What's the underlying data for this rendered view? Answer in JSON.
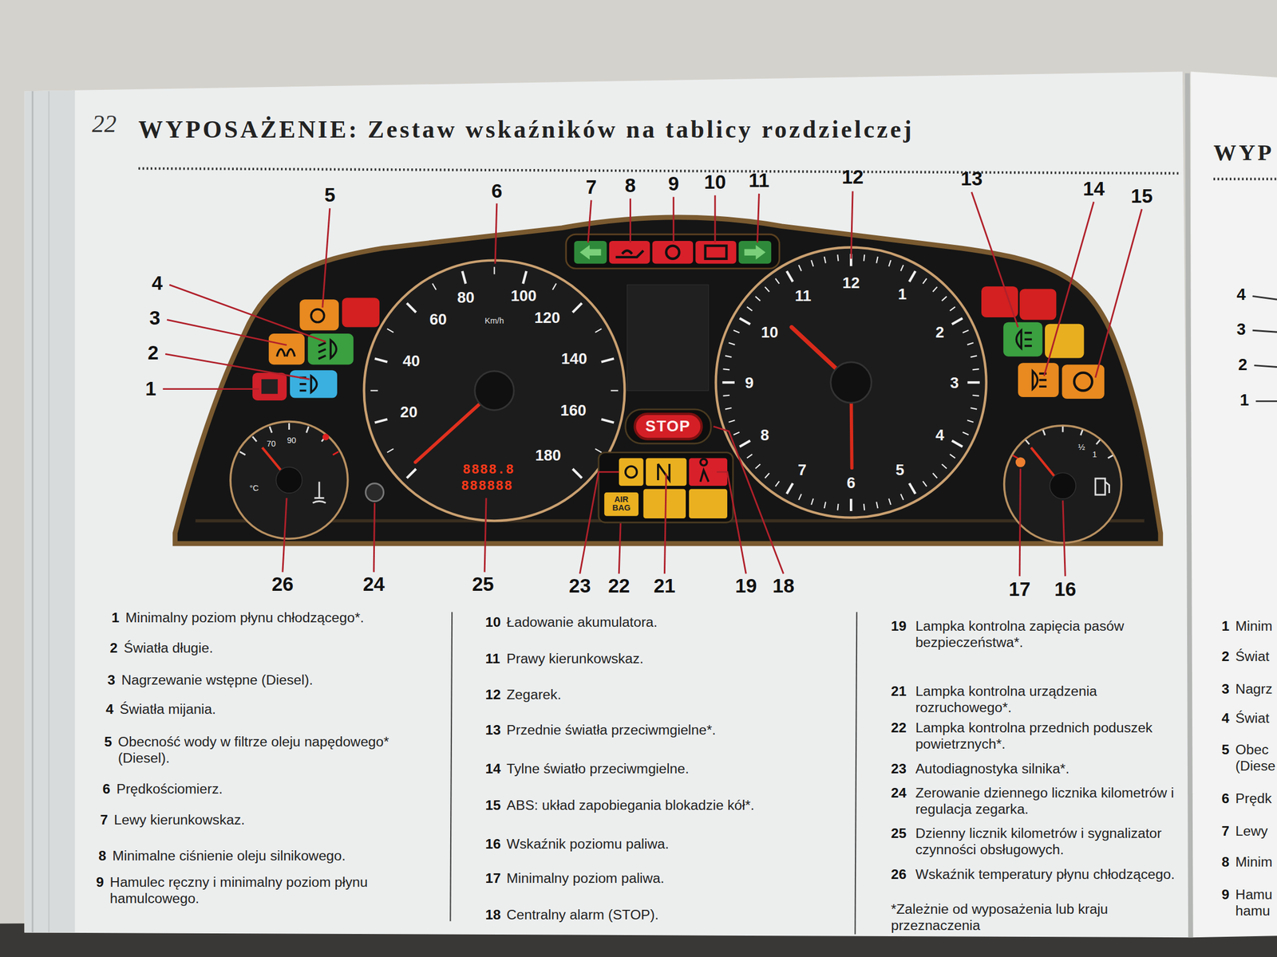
{
  "diagram": {
    "title": "WYPOSAŻENIE: Zestaw wskaźników na tablicy rozdzielczej",
    "nodes": [
      {
        "text": [
          "STOP"
        ]
      },
      {
        "text": [
          "AIR BAG"
        ]
      }
    ],
    "labels": [
      "22",
      "5",
      "6",
      "7",
      "8",
      "9",
      "10",
      "11",
      "12",
      "13",
      "14",
      "15",
      "4",
      "3",
      "2",
      "1",
      "80",
      "100",
      "60",
      "Km/h",
      "120",
      "40",
      "140",
      "20",
      "160",
      "180",
      "12",
      "11",
      "1",
      "10",
      "2",
      "9",
      "3",
      "8",
      "4",
      "7",
      "5",
      "6",
      "70",
      "90",
      "°C",
      "½",
      "1",
      "8888.8",
      "888888",
      "26",
      "24",
      "25",
      "23",
      "22",
      "21",
      "19",
      "18",
      "17",
      "16",
      "1",
      "Minimalny poziom płynu chłodzącego*.",
      "2",
      "Światła długie.",
      "3",
      "Nagrzewanie wstępne (Diesel).",
      "4",
      "Światła mijania.",
      "5",
      "Obecność wody w filtrze oleju napędowego* (Diesel).",
      "6",
      "Prędkościomierz.",
      "7",
      "Lewy kierunkowskaz.",
      "8",
      "Minimalne ciśnienie oleju silnikowego.",
      "9",
      "Hamulec ręczny i minimalny poziom płynu hamulcowego.",
      "10",
      "Ładowanie akumulatora.",
      "11",
      "Prawy kierunkowskaz.",
      "12",
      "Zegarek.",
      "13",
      "Przednie światła przeciwmgielne*.",
      "14",
      "Tylne światło przeciwmgielne.",
      "15",
      "ABS: układ zapobiegania blokadzie kół*.",
      "16",
      "Wskaźnik poziomu paliwa.",
      "17",
      "Minimalny poziom paliwa.",
      "18",
      "Centralny alarm (STOP).",
      "19",
      "Lampka kontrolna zapięcia pasów bezpieczeństwa*.",
      "21",
      "Lampka kontrolna urządzenia rozruchowego*.",
      "22",
      "Lampka kontrolna przednich poduszek powietrznych*.",
      "23",
      "Autodiagnostyka silnika*.",
      "24",
      "Zerowanie dziennego licznika kilometrów i regulacja zegarka.",
      "25",
      "Dzienny licznik kilometrów i sygnalizator czynności obsługowych.",
      "26",
      "Wskaźnik temperatury płynu chłodzącego.",
      "*Zależnie od wyposażenia lub kraju przeznaczenia",
      "WYP",
      "4",
      "3",
      "2",
      "1",
      "1",
      "Minim",
      "2",
      "Świat",
      "3",
      "Nagrz",
      "4",
      "Świat",
      "5",
      "Obec (Diese",
      "6",
      "Prędk",
      "7",
      "Lewy",
      "8",
      "Minim",
      "9",
      "Hamu hamu"
    ]
  }
}
